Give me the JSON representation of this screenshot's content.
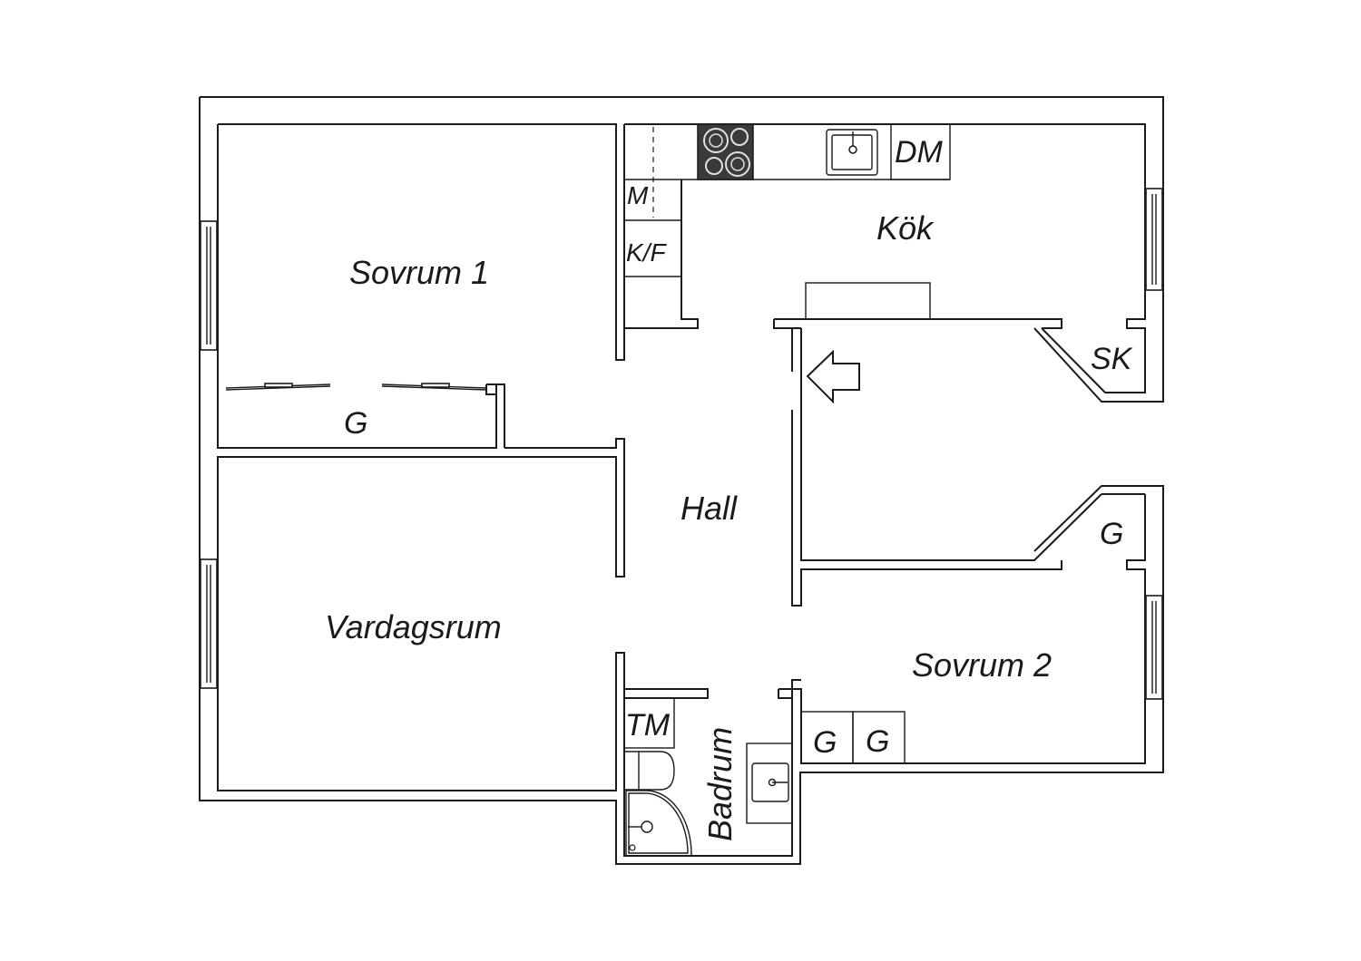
{
  "rooms": {
    "sovrum1": "Sovrum 1",
    "kok": "Kök",
    "hall": "Hall",
    "vardagsrum": "Vardagsrum",
    "sovrum2": "Sovrum 2",
    "badrum": "Badrum"
  },
  "fixtures": {
    "garderob_sovrum1": "G",
    "mikro": "M",
    "kyl_frys": "K/F",
    "diskmaskin": "DM",
    "stadskap": "SK",
    "garderob_sovrum2_corner": "G",
    "garderob_sovrum2_a": "G",
    "garderob_sovrum2_b": "G",
    "tvattmaskin": "TM"
  },
  "colors": {
    "line": "#1a1a1a",
    "background": "#ffffff",
    "stove": "#3a3a3a"
  }
}
